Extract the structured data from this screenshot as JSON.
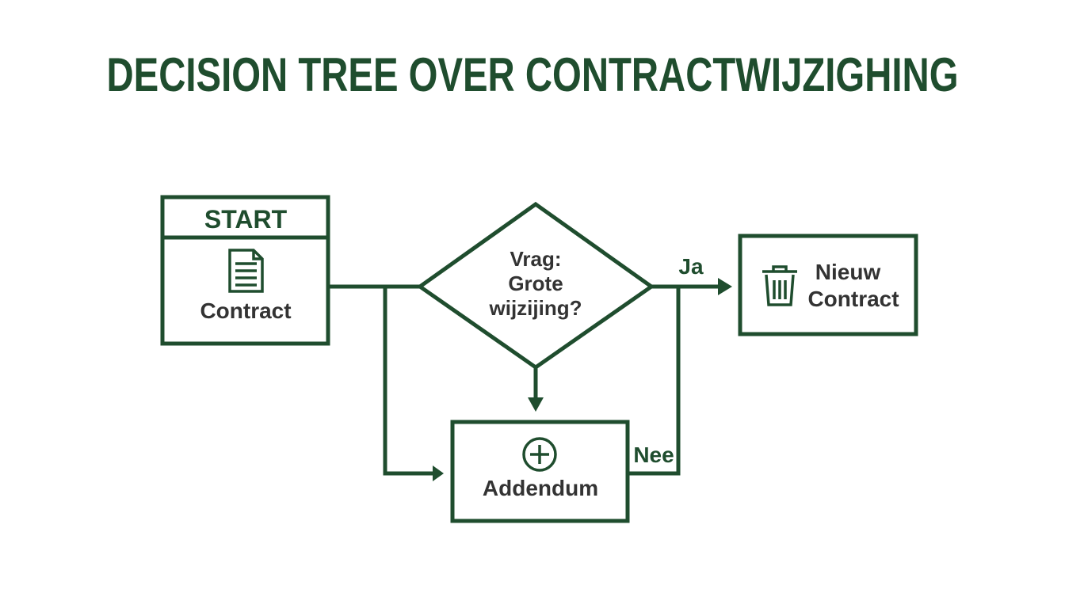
{
  "title": "DECISION TREE OVER CONTRACTWIJZIGHING",
  "colors": {
    "primary": "#1f4d2e",
    "text": "#333333",
    "background": "#ffffff"
  },
  "nodes": {
    "start": {
      "header": "START",
      "label": "Contract",
      "icon": "document-icon"
    },
    "decision": {
      "line1": "Vrag:",
      "line2": "Grote",
      "line3": "wijzijing?"
    },
    "new_contract": {
      "line1": "Nieuw",
      "line2": "Contract",
      "icon": "trash-icon"
    },
    "addendum": {
      "label": "Addendum",
      "icon": "plus-circle-icon"
    }
  },
  "edges": {
    "yes_label": "Ja",
    "no_label": "Nee"
  }
}
